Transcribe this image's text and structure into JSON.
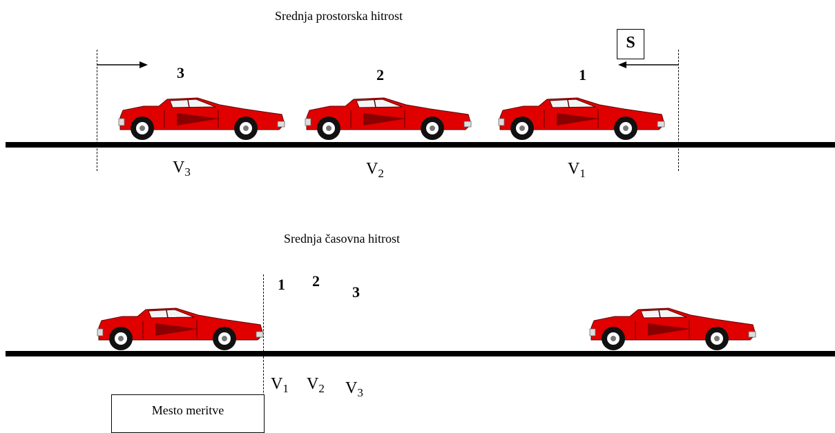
{
  "top": {
    "title": "Srednja prostorska hitrost",
    "length_label": "S",
    "car_numbers": [
      "3",
      "2",
      "1"
    ],
    "speed_labels": [
      {
        "v": "V",
        "sub": "3"
      },
      {
        "v": "V",
        "sub": "2"
      },
      {
        "v": "V",
        "sub": "1"
      }
    ]
  },
  "bottom": {
    "title": "Srednja časovna hitrost",
    "car_numbers": [
      "1",
      "2",
      "3"
    ],
    "speed_labels": [
      {
        "v": "V",
        "sub": "1"
      },
      {
        "v": "V",
        "sub": "2"
      },
      {
        "v": "V",
        "sub": "3"
      }
    ],
    "measure_label": "Mesto meritve"
  },
  "colors": {
    "car_body": "#e00000",
    "car_shadow": "#8a0000",
    "road": "#000000"
  }
}
